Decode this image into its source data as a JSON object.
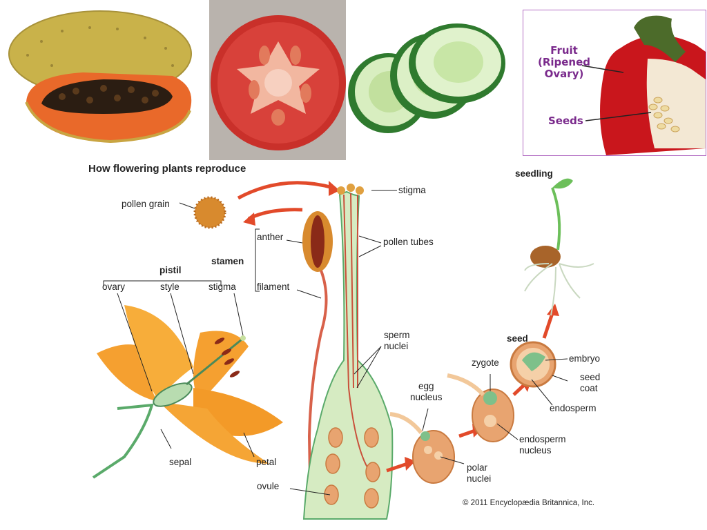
{
  "photos": {
    "papaya": {
      "icon": "papaya-halved-image"
    },
    "tomato": {
      "icon": "tomato-slice-image"
    },
    "cucumber": {
      "icon": "cucumber-slices-image"
    },
    "pepper": {
      "icon": "red-pepper-cutaway-image",
      "fruit_label": "Fruit\n(Ripened\nOvary)",
      "seeds_label": "Seeds"
    }
  },
  "diagram": {
    "title": "How flowering plants reproduce",
    "labels": {
      "pollen_grain": "pollen grain",
      "stigma_top": "stigma",
      "seedling": "seedling",
      "anther": "anther",
      "pollen_tubes": "pollen tubes",
      "stamen": "stamen",
      "pistil": "pistil",
      "ovary": "ovary",
      "style": "style",
      "stigma": "stigma",
      "filament": "filament",
      "sperm_nuclei": "sperm\nnuclei",
      "seed": "seed",
      "embryo": "embryo",
      "zygote": "zygote",
      "seed_coat": "seed\ncoat",
      "egg_nucleus": "egg\nnucleus",
      "endosperm": "endosperm",
      "endosperm_nucleus": "endosperm\nnucleus",
      "sepal": "sepal",
      "petal": "petal",
      "polar_nuclei": "polar\nnuclei",
      "ovule": "ovule"
    },
    "copyright": "© 2011 Encyclopædia Britannica, Inc."
  }
}
